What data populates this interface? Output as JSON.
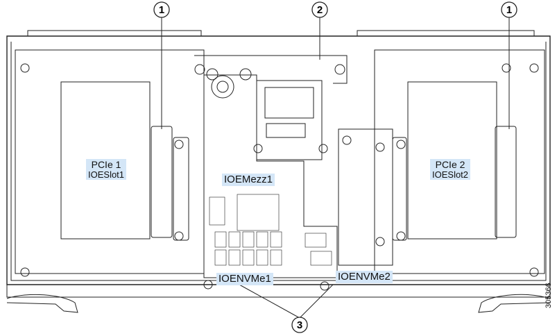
{
  "labels": {
    "pcie1": "PCIe 1",
    "pcie1_slot": "IOESlot1",
    "pcie2": "PCIe 2",
    "pcie2_slot": "IOESlot2",
    "mezz": "IOEMezz1",
    "nvme1": "IOENVMe1",
    "nvme2": "IOENVMe2"
  },
  "callouts": [
    "1",
    "2",
    "1",
    "3"
  ],
  "figure_id": "305366",
  "colors": {
    "label_bg": "#d4e6f7",
    "line": "#222222"
  }
}
